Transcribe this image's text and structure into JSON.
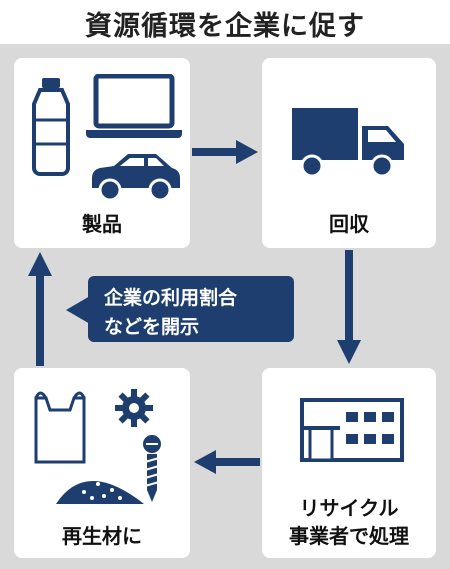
{
  "title": "資源循環を企業に促す",
  "nodes": {
    "products": {
      "label": "製品",
      "icons": [
        "bottle-icon",
        "laptop-icon",
        "car-icon"
      ]
    },
    "collection": {
      "label": "回収",
      "icons": [
        "truck-icon"
      ]
    },
    "recycling": {
      "label_line1": "リサイクル",
      "label_line2": "事業者で処理",
      "icons": [
        "factory-icon"
      ]
    },
    "recycled": {
      "label": "再生材に",
      "icons": [
        "bag-icon",
        "gear-icon",
        "screw-icon",
        "pellet-pile-icon"
      ]
    }
  },
  "callout": {
    "line1": "企業の利用割合",
    "line2": "などを開示"
  },
  "colors": {
    "navy": "#1d3e6e",
    "panel": "#d9d9d9",
    "card": "#ffffff"
  }
}
